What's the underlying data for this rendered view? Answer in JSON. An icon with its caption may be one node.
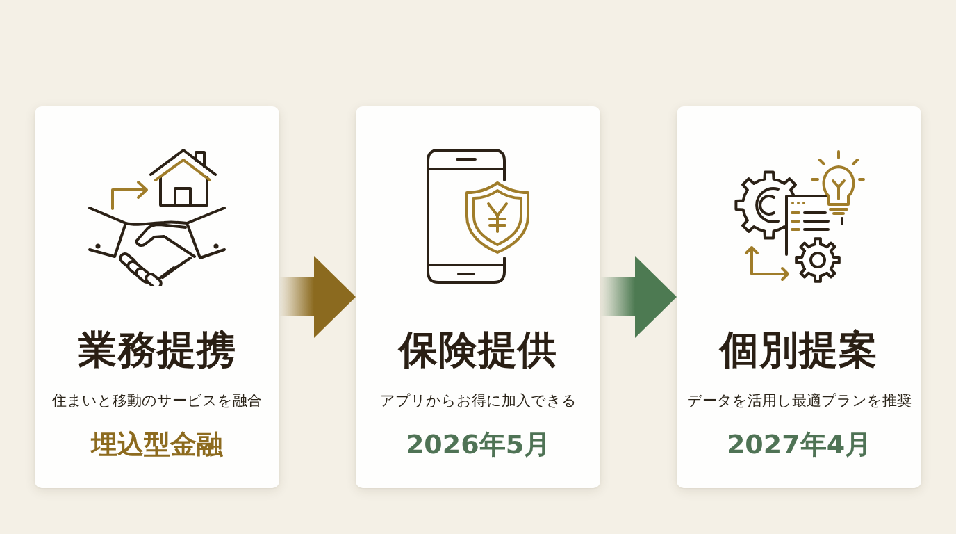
{
  "diagram": {
    "nodes": [
      {
        "text": [
          "業務提携",
          "住まいと移動のサービスを融合",
          "埋込型金融"
        ]
      },
      {
        "text": [
          "保険提供",
          "アプリからお得に加入できる",
          "2026年5月"
        ]
      },
      {
        "text": [
          "個別提案",
          "データを活用し最適プランを推奨",
          "2027年4月"
        ]
      }
    ],
    "edges": [
      {
        "from": 0,
        "to": 1,
        "arrow": "to",
        "color": "#8b6a1f"
      },
      {
        "from": 1,
        "to": 2,
        "arrow": "to",
        "color": "#4d7a52"
      }
    ]
  }
}
